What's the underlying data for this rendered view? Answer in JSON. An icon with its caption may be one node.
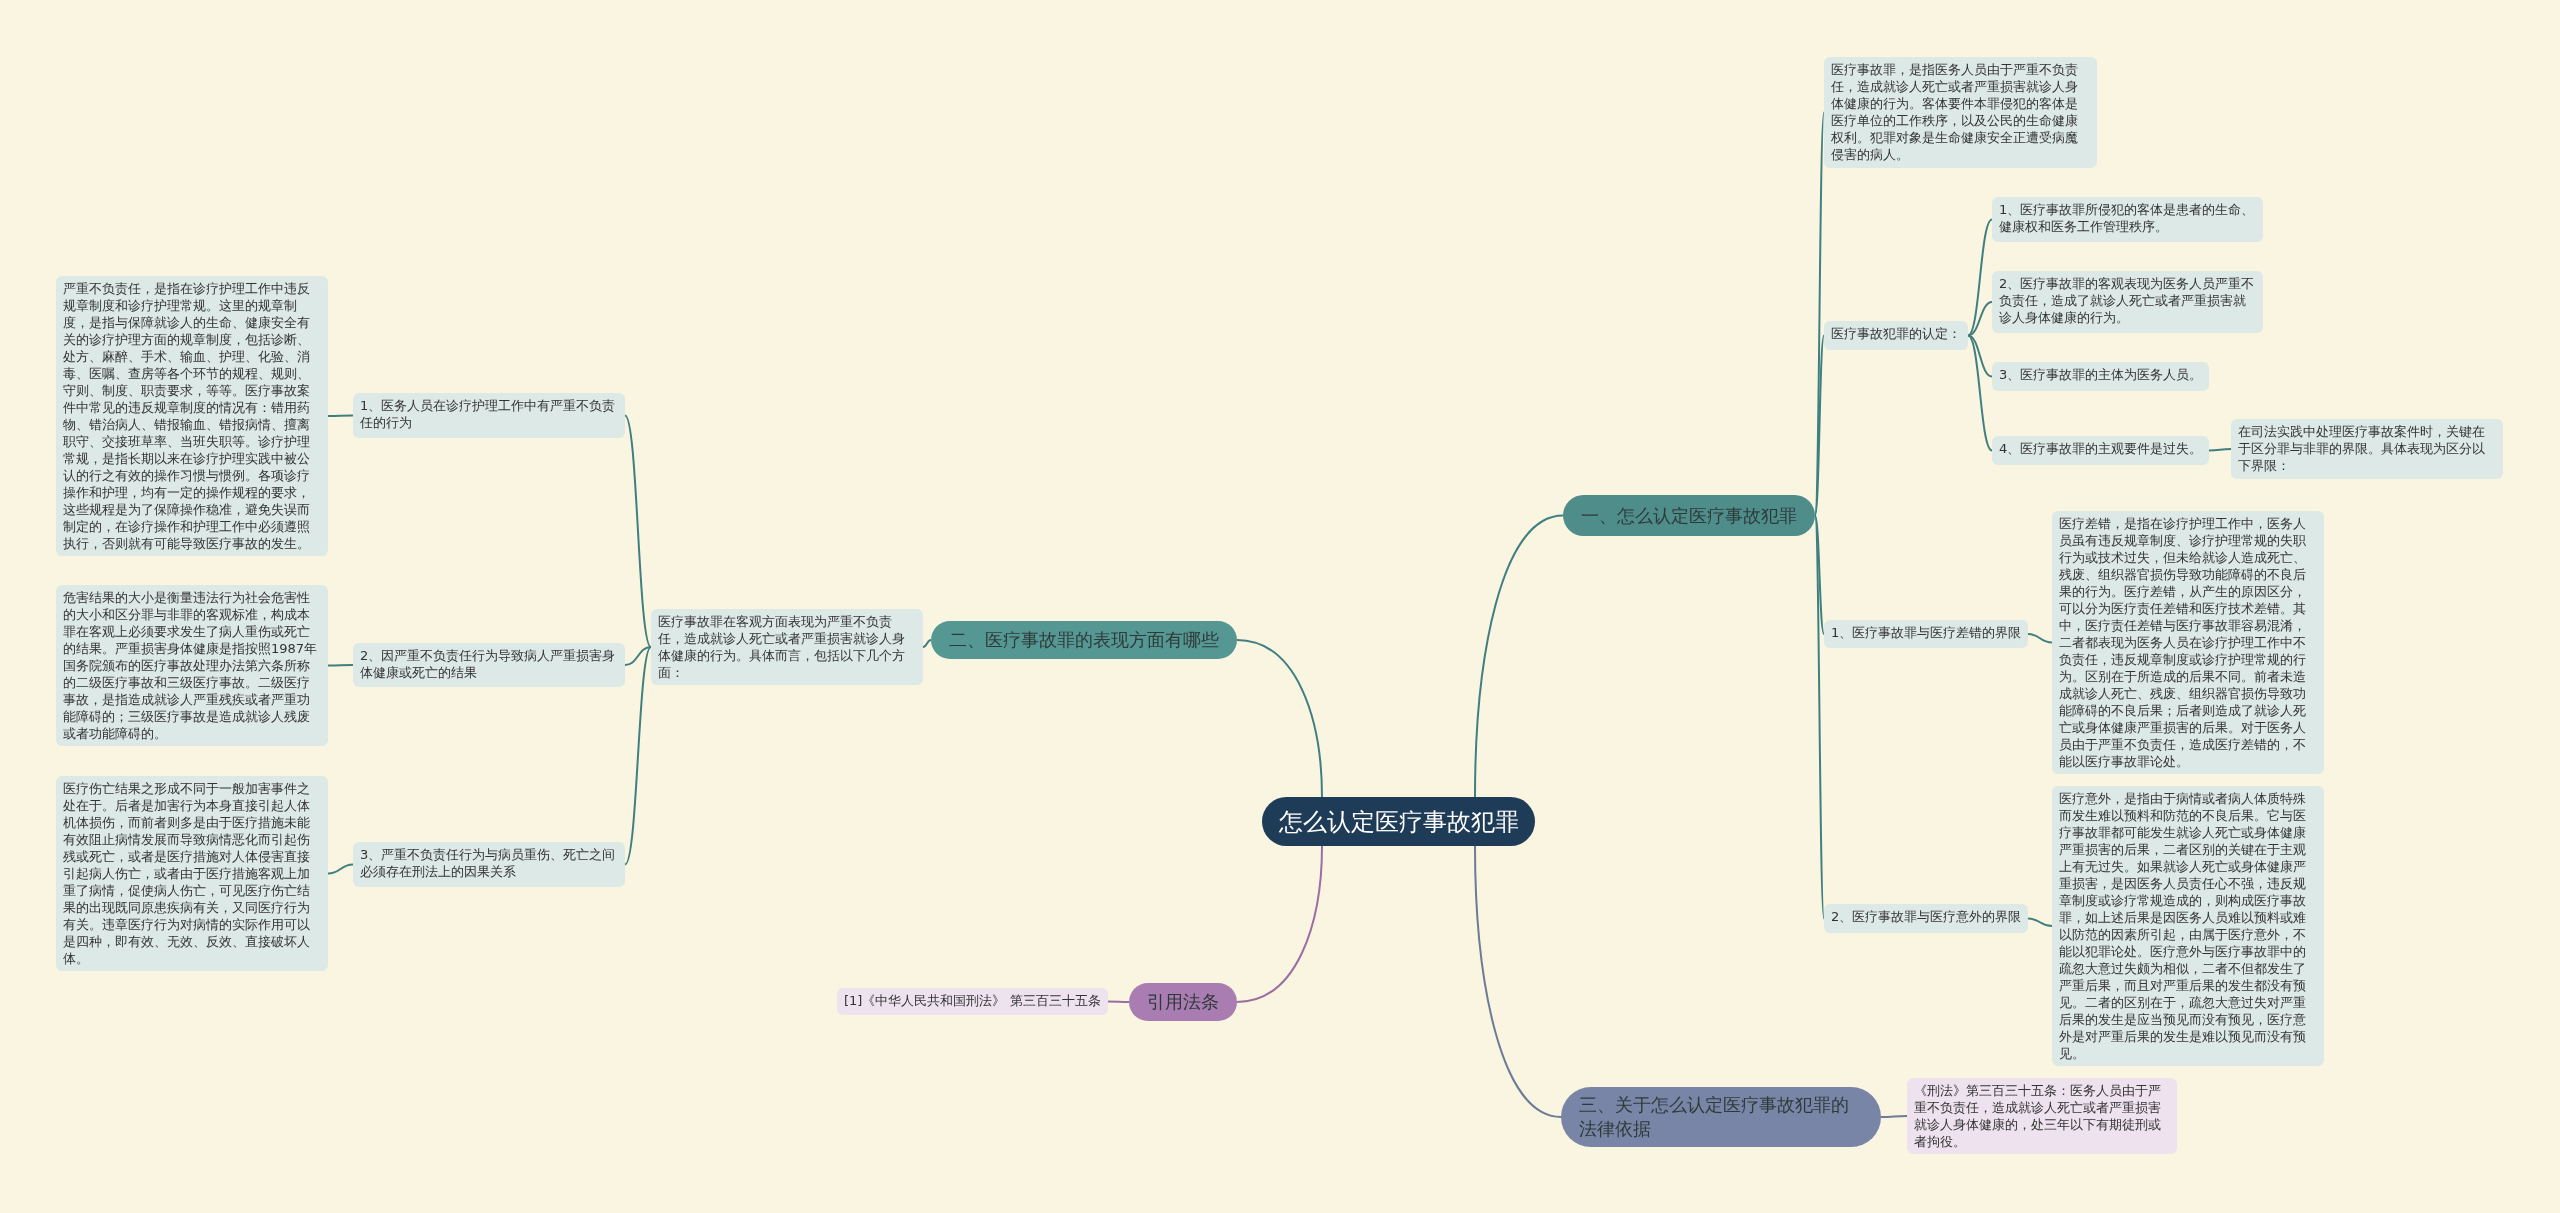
{
  "diagram": {
    "nodes": [
      {
        "text": [
          "怎么认定医疗事故犯罪"
        ]
      },
      {
        "text": [
          "一、怎么认定医疗事故犯罪"
        ]
      },
      {
        "text": [
          "医疗事故罪，是指医务人员由于严重不负责任，造成就诊人死亡或者严重损害就诊人身体健康的行为。客体要件本罪侵犯的客体是医疗单位的工作秩序，以及公民的生命健康权利。犯罪对象是生命健康安全正遭受病魔侵害的病人。"
        ]
      },
      {
        "text": [
          "医疗事故犯罪的认定："
        ]
      },
      {
        "text": [
          "1、医疗事故罪所侵犯的客体是患者的生命、健康权和医务工作管理秩序。"
        ]
      },
      {
        "text": [
          "2、医疗事故罪的客观表现为医务人员严重不负责任，造成了就诊人死亡或者严重损害就诊人身体健康的行为。"
        ]
      },
      {
        "text": [
          "3、医疗事故罪的主体为医务人员。"
        ]
      },
      {
        "text": [
          "4、医疗事故罪的主观要件是过失。"
        ]
      },
      {
        "text": [
          "在司法实践中处理医疗事故案件时，关键在于区分罪与非罪的界限。具体表现为区分以下界限："
        ]
      },
      {
        "text": [
          "1、医疗事故罪与医疗差错的界限"
        ]
      },
      {
        "text": [
          "医疗差错，是指在诊疗护理工作中，医务人员虽有违反规章制度、诊疗护理常规的失职行为或技术过失，但未给就诊人造成死亡、残废、组织器官损伤导致功能障碍的不良后果的行为。医疗差错，从产生的原因区分，可以分为医疗责任差错和医疗技术差错。其中，医疗责任差错与医疗事故罪容易混淆，二者都表现为医务人员在诊疗护理工作中不负责任，违反规章制度或诊疗护理常规的行为。区别在于所造成的后果不同。前者未造成就诊人死亡、残废、组织器官损伤导致功能障碍的不良后果；后者则造成了就诊人死亡或身体健康严重损害的后果。对于医务人员由于严重不负责任，造成医疗差错的，不能以医疗事故罪论处。"
        ]
      },
      {
        "text": [
          "2、医疗事故罪与医疗意外的界限"
        ]
      },
      {
        "text": [
          "医疗意外，是指由于病情或者病人体质特殊而发生难以预料和防范的不良后果。它与医疗事故罪都可能发生就诊人死亡或身体健康严重损害的后果，二者区别的关键在于主观上有无过失。如果就诊人死亡或身体健康严重损害，是因医务人员责任心不强，违反规章制度或诊疗常规造成的，则构成医疗事故罪，如上述后果是因医务人员难以预料或难以防范的因素所引起，由属于医疗意外，不能以犯罪论处。医疗意外与医疗事故罪中的疏忽大意过失颇为相似，二者不但都发生了严重后果，而且对严重后果的发生都没有预见。二者的区别在于，疏忽大意过失对严重后果的发生是应当预见而没有预见，医疗意外是对严重后果的发生是难以预见而没有预见。"
        ]
      },
      {
        "text": [
          "三、关于怎么认定医疗事故犯罪的法律依据"
        ]
      },
      {
        "text": [
          "《刑法》第三百三十五条：医务人员由于严重不负责任，造成就诊人死亡或者严重损害就诊人身体健康的，处三年以下有期徒刑或者拘役。"
        ]
      },
      {
        "text": [
          "二、医疗事故罪的表现方面有哪些"
        ]
      },
      {
        "text": [
          "医疗事故罪在客观方面表现为严重不负责任，造成就诊人死亡或者严重损害就诊人身体健康的行为。具体而言，包括以下几个方面："
        ]
      },
      {
        "text": [
          "1、医务人员在诊疗护理工作中有严重不负责任的行为"
        ]
      },
      {
        "text": [
          "严重不负责任，是指在诊疗护理工作中违反规章制度和诊疗护理常规。这里的规章制度，是指与保障就诊人的生命、健康安全有关的诊疗护理方面的规章制度，包括诊断、处方、麻醉、手术、输血、护理、化验、消毒、医嘱、查房等各个环节的规程、规则、守则、制度、职责要求，等等。医疗事故案件中常见的违反规章制度的情况有：错用药物、错治病人、错报输血、错报病情、擅离职守、交接班草率、当班失职等。诊疗护理常规，是指长期以来在诊疗护理实践中被公认的行之有效的操作习惯与惯例。各项诊疗操作和护理，均有一定的操作规程的要求，这些规程是为了保障操作稳准，避免失误而制定的，在诊疗操作和护理工作中必须遵照执行，否则就有可能导致医疗事故的发生。"
        ]
      },
      {
        "text": [
          "2、因严重不负责任行为导致病人严重损害身体健康或死亡的结果"
        ]
      },
      {
        "text": [
          "危害结果的大小是衡量违法行为社会危害性的大小和区分罪与非罪的客观标准，构成本罪在客观上必须要求发生了病人重伤或死亡的结果。严重损害身体健康是指按照1987年国务院颁布的医疗事故处理办法第六条所称的二级医疗事故和三级医疗事故。二级医疗事故，是指造成就诊人严重残疾或者严重功能障碍的；三级医疗事故是造成就诊人残废或者功能障碍的。"
        ]
      },
      {
        "text": [
          "3、严重不负责任行为与病员重伤、死亡之间必须存在刑法上的因果关系"
        ]
      },
      {
        "text": [
          "医疗伤亡结果之形成不同于一般加害事件之处在于。后者是加害行为本身直接引起人体机体损伤，而前者则多是由于医疗措施未能有效阻止病情发展而导致病情恶化而引起伤残或死亡，或者是医疗措施对人体侵害直接引起病人伤亡，或者由于医疗措施客观上加重了病情，促使病人伤亡，可见医疗伤亡结果的出现既同原患疾病有关，又同医疗行为有关。违章医疗行为对病情的实际作用可以是四种，即有效、无效、反效、直接破坏人体。"
        ]
      },
      {
        "text": [
          "引用法条"
        ]
      },
      {
        "text": [
          "[1]《中华人民共和国刑法》 第三百三十五条"
        ]
      }
    ],
    "edges": [
      {
        "from": 0,
        "to": 1,
        "arrow": "none"
      },
      {
        "from": 1,
        "to": 2,
        "arrow": "none"
      },
      {
        "from": 1,
        "to": 3,
        "arrow": "none"
      },
      {
        "from": 3,
        "to": 4,
        "arrow": "none"
      },
      {
        "from": 3,
        "to": 5,
        "arrow": "none"
      },
      {
        "from": 3,
        "to": 6,
        "arrow": "none"
      },
      {
        "from": 3,
        "to": 7,
        "arrow": "none"
      },
      {
        "from": 7,
        "to": 8,
        "arrow": "none"
      },
      {
        "from": 1,
        "to": 9,
        "arrow": "none"
      },
      {
        "from": 9,
        "to": 10,
        "arrow": "none"
      },
      {
        "from": 1,
        "to": 11,
        "arrow": "none"
      },
      {
        "from": 11,
        "to": 12,
        "arrow": "none"
      },
      {
        "from": 0,
        "to": 13,
        "arrow": "none",
        "color": "#6d7a98"
      },
      {
        "from": 13,
        "to": 14,
        "arrow": "none",
        "color": "#6d7a98"
      },
      {
        "from": 0,
        "to": 15,
        "arrow": "none"
      },
      {
        "from": 15,
        "to": 16,
        "arrow": "none"
      },
      {
        "from": 16,
        "to": 17,
        "arrow": "none"
      },
      {
        "from": 17,
        "to": 18,
        "arrow": "none"
      },
      {
        "from": 16,
        "to": 19,
        "arrow": "none"
      },
      {
        "from": 19,
        "to": 20,
        "arrow": "none"
      },
      {
        "from": 16,
        "to": 21,
        "arrow": "none"
      },
      {
        "from": 21,
        "to": 22,
        "arrow": "none"
      },
      {
        "from": 0,
        "to": 23,
        "arrow": "none",
        "color": "#9a6ea3"
      },
      {
        "from": 23,
        "to": 24,
        "arrow": "none",
        "color": "#9a6ea3"
      }
    ]
  }
}
